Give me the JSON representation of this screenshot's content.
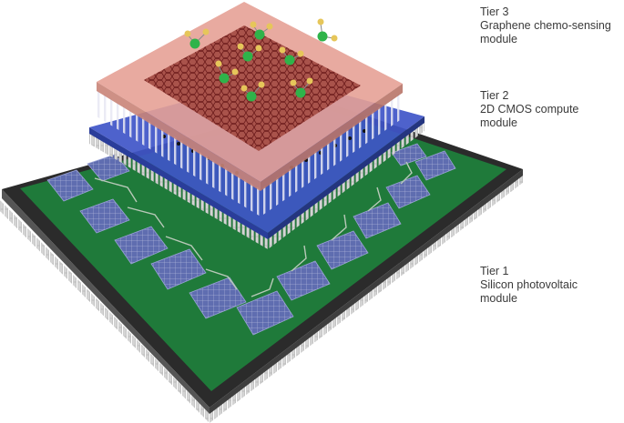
{
  "diagram": {
    "tiers": [
      {
        "lines": [
          "Tier 3",
          "Graphene chemo-sensing",
          "module"
        ]
      },
      {
        "lines": [
          "Tier 2",
          "2D CMOS compute",
          "module"
        ]
      },
      {
        "lines": [
          "Tier 1",
          "Silicon photovoltaic",
          "module"
        ]
      }
    ],
    "colors": {
      "package": "#2b2b2b",
      "pins": "#cfcfcf",
      "pcb": "#1f7a3a",
      "solar_cell": "#5c6aa8",
      "cmos_layer": "#3f55c8",
      "graphene_layer": "#d98a80",
      "graphene_lattice": "#7a1f1f",
      "molecule_core": "#2fb34a",
      "molecule_atom": "#e6c65a"
    }
  }
}
